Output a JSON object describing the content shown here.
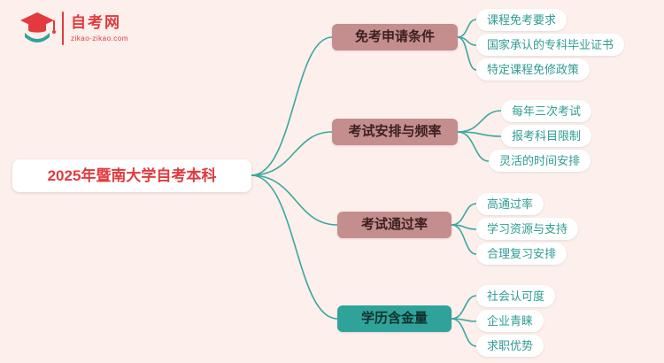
{
  "logo": {
    "title": "自考网",
    "domain": "zikao-zikao.com"
  },
  "root": {
    "label": "2025年暨南大学自考本科"
  },
  "branches": [
    {
      "label": "免考申请条件",
      "color": "#c48e8e",
      "children": [
        "课程免考要求",
        "国家承认的专科毕业证书",
        "特定课程免修政策"
      ]
    },
    {
      "label": "考试安排与频率",
      "color": "#c48e8e",
      "children": [
        "每年三次考试",
        "报考科目限制",
        "灵活的时间安排"
      ]
    },
    {
      "label": "考试通过率",
      "color": "#c48e8e",
      "children": [
        "高通过率",
        "学习资源与支持",
        "合理复习安排"
      ]
    },
    {
      "label": "学历含金量",
      "color": "#2fa39a",
      "children": [
        "社会认可度",
        "企业青睐",
        "求职优势"
      ]
    }
  ],
  "colors": {
    "background": "#fcefec",
    "accent_red": "#e23a3e",
    "teal": "#2fa39a",
    "header_rose": "#c48e8e",
    "child_text": "#2f9c93",
    "connector": "#3aa89e"
  }
}
